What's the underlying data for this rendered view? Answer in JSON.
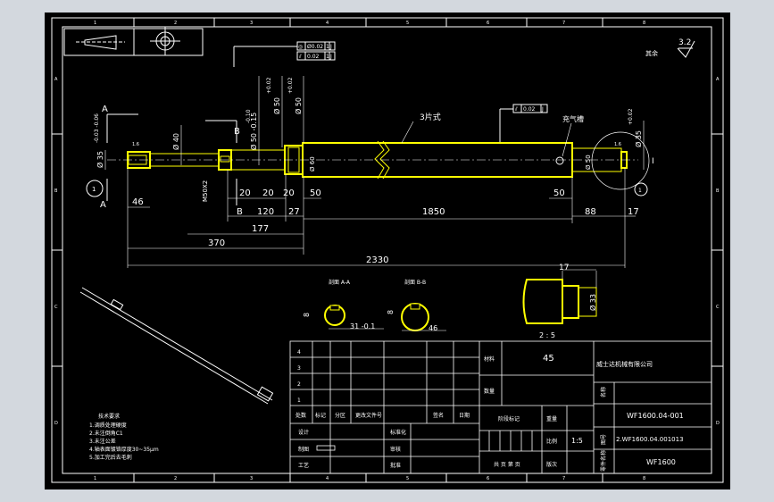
{
  "drawing": {
    "grid_cols": [
      "1",
      "2",
      "3",
      "4",
      "5",
      "6",
      "7",
      "8"
    ],
    "grid_rows": [
      "A",
      "B",
      "C",
      "D"
    ],
    "roughness": "3.2",
    "roughness_note": "其余",
    "colors": {
      "background": "#000000",
      "frame": "#ffffff",
      "part": "#ffff00",
      "canvas": "#d3d8de"
    }
  },
  "geo_tol": {
    "row1_symbol": "◎",
    "row1_value": "Ø0.02",
    "row1_datum": "1",
    "row1_datum2": "J",
    "row2_symbol": "⫽",
    "row2_value": "0.02",
    "row2_datum": "1",
    "row2_datum2": "J",
    "keyway_symbol": "⫽",
    "keyway_value": "0.02",
    "keyway_datum": "J"
  },
  "dims": {
    "d_phi40": "Ø 40",
    "d_phi35_left": "Ø 35",
    "d_tol_left": "-0.03 -0.06",
    "d_phi50_a": "Ø 50 -0.15",
    "d_phi50_a_up": "-0.10",
    "d_phi50_b": "Ø 50",
    "d_phi50_b_tol": "+0.02",
    "d_phi50_c": "Ø 50",
    "d_phi50_c_tol": "+0.02",
    "d_phi60": "Ø 60",
    "d_phi50_right": "Ø 50",
    "d_phi35_right": "Ø 35",
    "d_tol_right": "+0.02",
    "m50": "M50X2",
    "d_section_label_a": "A",
    "d_section_label_b": "B",
    "l20a": "20",
    "l20b": "20",
    "l20c": "20",
    "l50a": "50",
    "l50b": "50",
    "l46": "46",
    "l120": "120",
    "l27": "27",
    "l1850": "1850",
    "l88": "88",
    "l17": "17",
    "l177": "177",
    "l370": "370",
    "l2330": "2330",
    "one_a": "1",
    "one_b": "1",
    "label_datum_i": "I",
    "note_3piece": "3片式",
    "note_gas": "充气槽",
    "roughness_small": "1.6"
  },
  "sections": {
    "sec_aa": "剖面 A-A",
    "sec_bb": "剖面 B-B",
    "d8a": "8",
    "d8b": "8",
    "d31": "31 -0.1",
    "d46": "46",
    "detail_17": "17",
    "detail_33": "Ø 33",
    "detail_scale": "2 : 5"
  },
  "tech_notes": {
    "title": "技术要求",
    "line1": "1.调质处理硬度",
    "line2": "2.未注倒角C1",
    "line3": "3.未注公差",
    "line4": "4.轴表面镀铬厚度30~35μm",
    "line5": "5.加工完后去毛刺"
  },
  "title_block": {
    "rev_rows": [
      "4",
      "3",
      "2",
      "1"
    ],
    "hdr_mark": "标记",
    "hdr_count": "处数",
    "hdr_zone": "分区",
    "hdr_doc": "更改文件号",
    "hdr_sign": "签名",
    "hdr_date": "日期",
    "hdr_stage": "阶段标记",
    "hdr_weight": "重量",
    "hdr_scale_lbl": "比例",
    "design": "设计",
    "check": "标准化",
    "std": "审核",
    "process": "工艺",
    "approve": "批准",
    "drafter": "制图",
    "mat_lbl": "材料",
    "mat_val": "45",
    "surface_lbl": "数量",
    "company": "威士达机械有限公司",
    "name_lbl": "名称",
    "code_lbl": "图号",
    "scale_val": "1:5",
    "pages": "共 页 第 页",
    "version": "版次",
    "code1": "WF1600.04-001",
    "code2": "2.WF1600.04.001013",
    "code3": "WF1600",
    "name_side": "零件名称"
  }
}
